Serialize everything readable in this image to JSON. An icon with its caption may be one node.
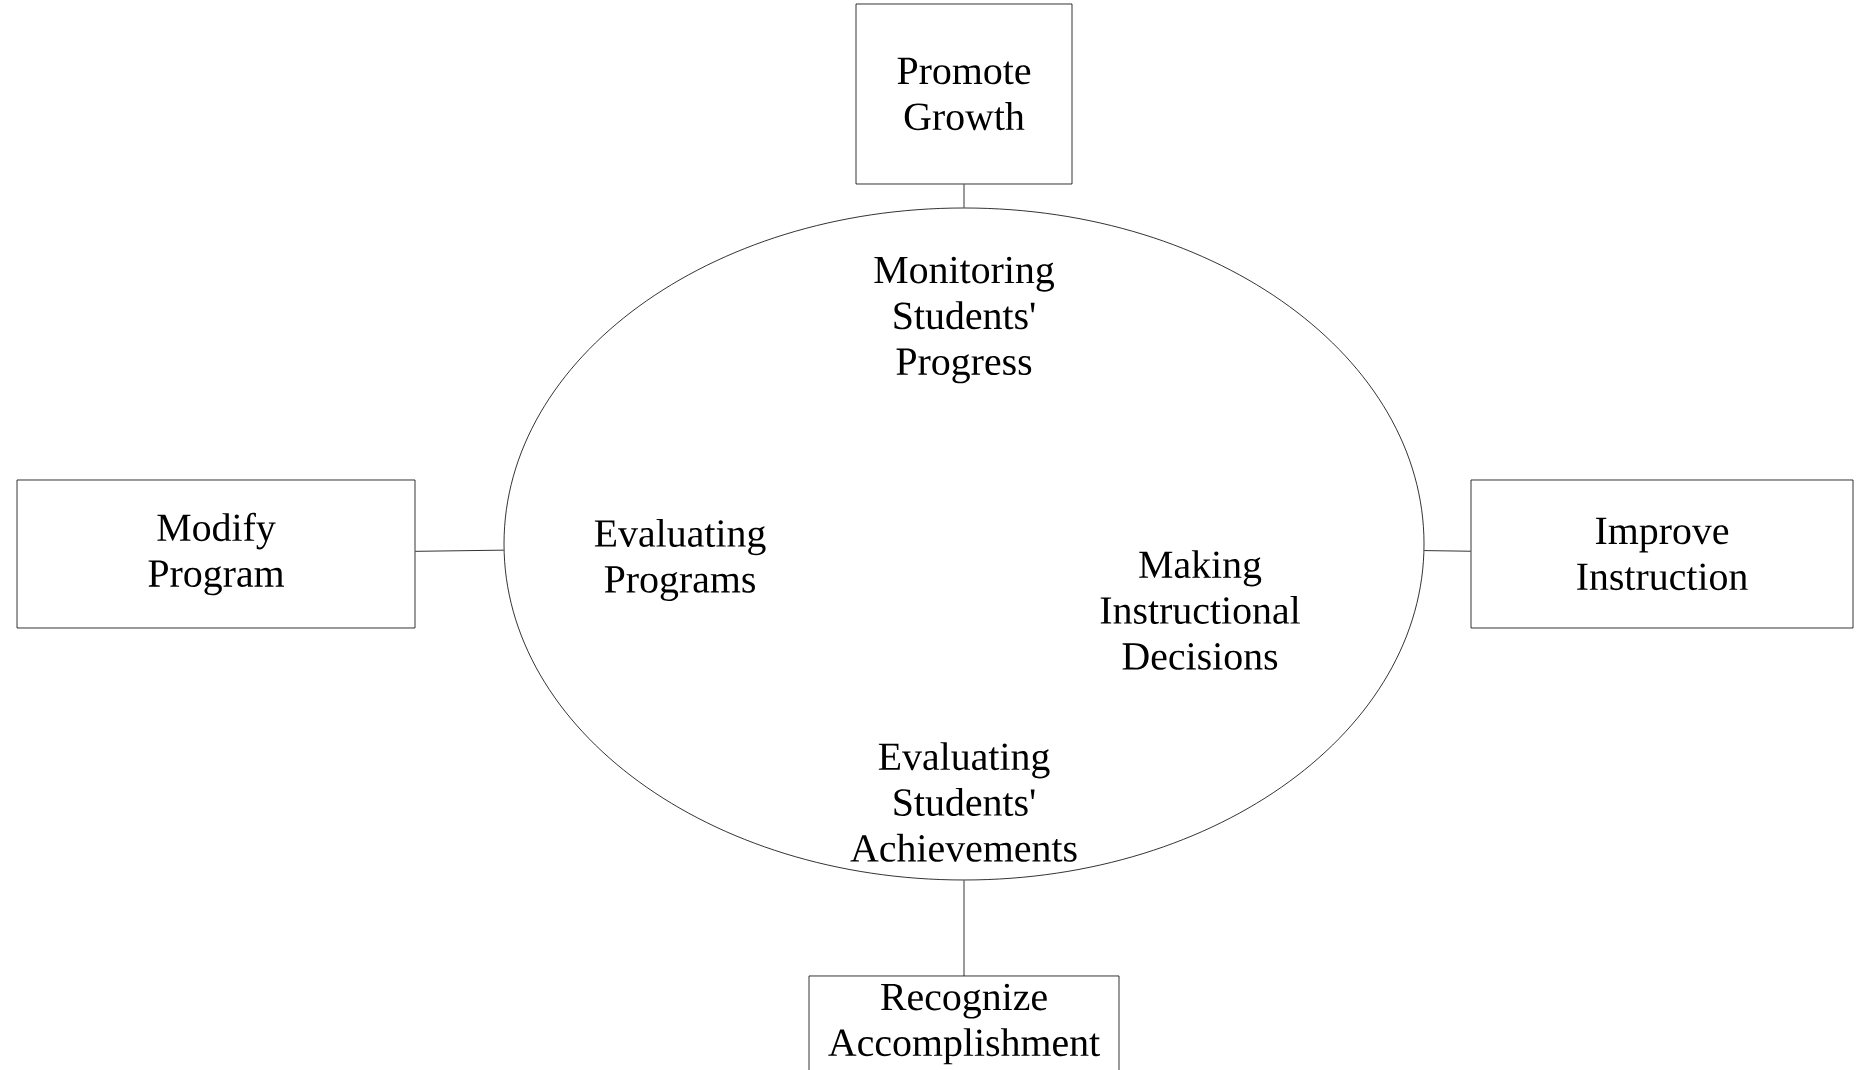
{
  "diagram": {
    "nodes": [
      {
        "text": [
          "Promote Growth"
        ]
      },
      {
        "text": [
          "Monitoring Students' Progress",
          "Evaluating Programs",
          "Making Instructional Decisions",
          "Evaluating Students' Achievements"
        ]
      },
      {
        "text": [
          "Modify Program"
        ]
      },
      {
        "text": [
          "Improve Instruction"
        ]
      },
      {
        "text": [
          "Recognize Accomplishment"
        ]
      }
    ],
    "edges": [
      {
        "from": 1,
        "to": 0,
        "arrow": "none"
      },
      {
        "from": 1,
        "to": 2,
        "arrow": "none"
      },
      {
        "from": 1,
        "to": 3,
        "arrow": "none"
      },
      {
        "from": 1,
        "to": 4,
        "arrow": "none"
      }
    ]
  }
}
